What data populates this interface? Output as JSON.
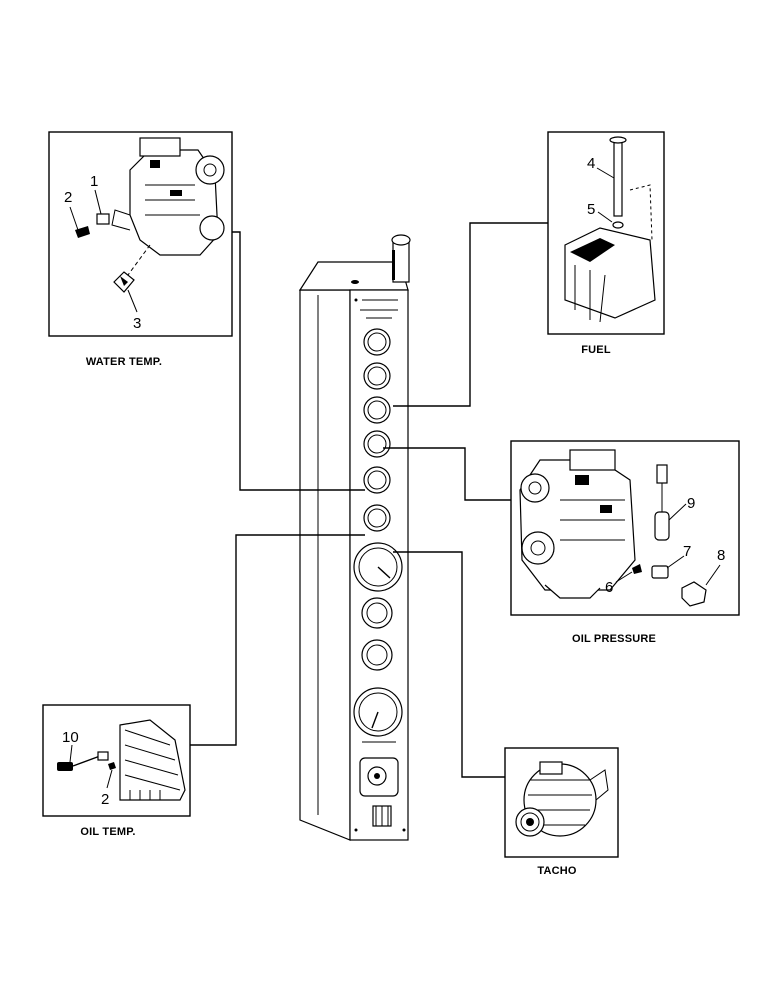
{
  "captions": {
    "water_temp": "WATER TEMP.",
    "fuel": "FUEL",
    "oil_pressure": "OIL PRESSURE",
    "oil_temp": "OIL TEMP.",
    "tacho": "TACHO"
  },
  "callouts": {
    "water_temp": [
      "1",
      "2",
      "3"
    ],
    "fuel": [
      "4",
      "5"
    ],
    "oil_pressure": [
      "6",
      "7",
      "8",
      "9"
    ],
    "oil_temp": [
      "10",
      "2"
    ]
  }
}
